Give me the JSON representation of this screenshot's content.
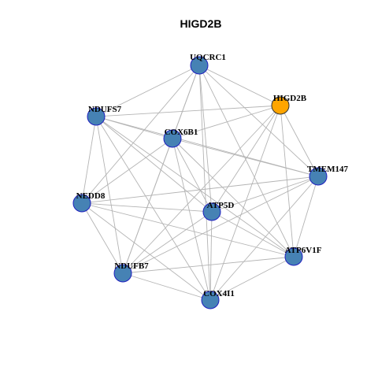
{
  "title": "HIGD2B",
  "colors": {
    "node_default": "#4682b4",
    "node_default_border": "#1f1fbf",
    "node_highlight": "#ffa500",
    "node_highlight_border": "#333333",
    "edge": "#b4b4b4",
    "background": "#ffffff"
  },
  "nodes": [
    {
      "id": "UQCRC1",
      "label": "UQCRC1",
      "highlight": false
    },
    {
      "id": "HIGD2B",
      "label": "HIGD2B",
      "highlight": true
    },
    {
      "id": "NDUFS7",
      "label": "NDUFS7",
      "highlight": false
    },
    {
      "id": "COX6B1",
      "label": "COX6B1",
      "highlight": false
    },
    {
      "id": "TMEM147",
      "label": "TMEM147",
      "highlight": false
    },
    {
      "id": "NEDD8",
      "label": "NEDD8",
      "highlight": false
    },
    {
      "id": "ATP5D",
      "label": "ATP5D",
      "highlight": false
    },
    {
      "id": "ATP6V1F",
      "label": "ATP6V1F",
      "highlight": false
    },
    {
      "id": "NDUFB7",
      "label": "NDUFB7",
      "highlight": false
    },
    {
      "id": "COX4I1",
      "label": "COX4I1",
      "highlight": false
    }
  ],
  "edges": [
    [
      "UQCRC1",
      "HIGD2B"
    ],
    [
      "UQCRC1",
      "NDUFS7"
    ],
    [
      "UQCRC1",
      "COX6B1"
    ],
    [
      "UQCRC1",
      "TMEM147"
    ],
    [
      "UQCRC1",
      "NEDD8"
    ],
    [
      "UQCRC1",
      "ATP5D"
    ],
    [
      "UQCRC1",
      "ATP6V1F"
    ],
    [
      "UQCRC1",
      "NDUFB7"
    ],
    [
      "UQCRC1",
      "COX4I1"
    ],
    [
      "HIGD2B",
      "NDUFS7"
    ],
    [
      "HIGD2B",
      "COX6B1"
    ],
    [
      "HIGD2B",
      "TMEM147"
    ],
    [
      "HIGD2B",
      "ATP5D"
    ],
    [
      "HIGD2B",
      "ATP6V1F"
    ],
    [
      "HIGD2B",
      "NDUFB7"
    ],
    [
      "HIGD2B",
      "COX4I1"
    ],
    [
      "NDUFS7",
      "COX6B1"
    ],
    [
      "NDUFS7",
      "TMEM147"
    ],
    [
      "NDUFS7",
      "NEDD8"
    ],
    [
      "NDUFS7",
      "ATP5D"
    ],
    [
      "NDUFS7",
      "ATP6V1F"
    ],
    [
      "NDUFS7",
      "NDUFB7"
    ],
    [
      "NDUFS7",
      "COX4I1"
    ],
    [
      "COX6B1",
      "TMEM147"
    ],
    [
      "COX6B1",
      "NEDD8"
    ],
    [
      "COX6B1",
      "ATP5D"
    ],
    [
      "COX6B1",
      "ATP6V1F"
    ],
    [
      "COX6B1",
      "NDUFB7"
    ],
    [
      "COX6B1",
      "COX4I1"
    ],
    [
      "TMEM147",
      "NEDD8"
    ],
    [
      "TMEM147",
      "ATP5D"
    ],
    [
      "TMEM147",
      "ATP6V1F"
    ],
    [
      "TMEM147",
      "NDUFB7"
    ],
    [
      "TMEM147",
      "COX4I1"
    ],
    [
      "NEDD8",
      "ATP5D"
    ],
    [
      "NEDD8",
      "ATP6V1F"
    ],
    [
      "NEDD8",
      "NDUFB7"
    ],
    [
      "NEDD8",
      "COX4I1"
    ],
    [
      "ATP5D",
      "ATP6V1F"
    ],
    [
      "ATP5D",
      "NDUFB7"
    ],
    [
      "ATP5D",
      "COX4I1"
    ],
    [
      "ATP6V1F",
      "NDUFB7"
    ],
    [
      "ATP6V1F",
      "COX4I1"
    ],
    [
      "NDUFB7",
      "COX4I1"
    ]
  ]
}
